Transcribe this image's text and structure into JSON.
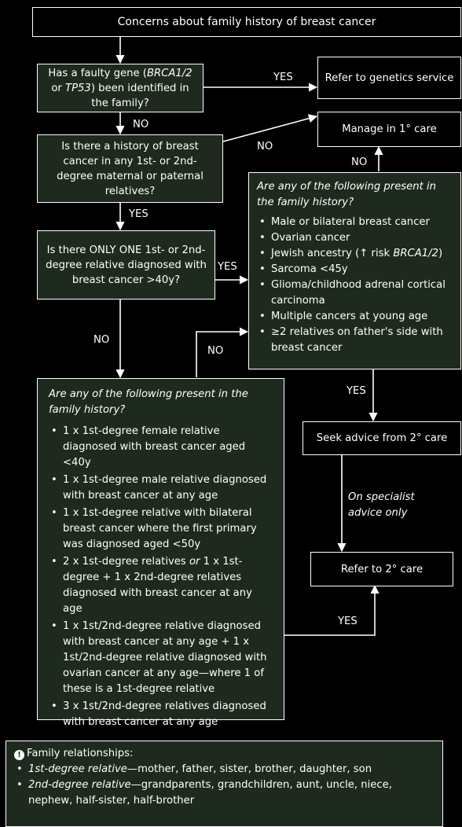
{
  "start": "Concerns about family history of breast cancer",
  "q1": {
    "pre": "Has a faulty gene (",
    "gene1": "BRCA1/2",
    "mid": " or ",
    "gene2": "TP53",
    "post": ") been identified in the family?"
  },
  "genetics": "Refer to genetics service",
  "manage": "Manage in 1° care",
  "q2": "Is there a history of breast cancer in any 1st- or 2nd-degree maternal or paternal relatives?",
  "q3": "Is there ONLY ONE 1st- or 2nd-degree relative diagnosed with breast cancer >40y?",
  "right_list": {
    "intro": "Are any of the following present in the family history?",
    "items": [
      {
        "text": "Male or bilateral breast cancer"
      },
      {
        "text": "Ovarian cancer"
      },
      {
        "text": "Jewish ancestry (",
        "arrow": "↑",
        "text2": " risk ",
        "italic": "BRCA1/2",
        "text3": ")"
      },
      {
        "text": "Sarcoma <45y"
      },
      {
        "text": "Glioma/childhood adrenal cortical carcinoma"
      },
      {
        "text": "Multiple cancers at young age"
      },
      {
        "text": "≥2 relatives on father's side with breast cancer"
      }
    ]
  },
  "left_list": {
    "intro": "Are any of the following present in the family history?",
    "items": [
      "1 x 1st-degree female relative diagnosed with breast cancer aged <40y",
      "1 x 1st-degree male relative diagnosed with breast cancer at any age",
      "1 x 1st-degree relative with bilateral breast cancer where the first primary was diagnosed aged <50y",
      {
        "a": "2 x 1st-degree relatives ",
        "or": "or",
        "b": " 1 x 1st-degree + 1 x 2nd-degree relatives diagnosed with breast cancer at any age"
      },
      "1 x 1st/2nd-degree relative diagnosed with breast cancer at any age + 1 x 1st/2nd-degree relative diagnosed with ovarian cancer at any age—where 1 of these is a 1st-degree relative",
      "3 x 1st/2nd-degree relatives diagnosed with breast cancer at any age"
    ]
  },
  "seek": "Seek advice from 2° care",
  "specialist": "On specialist advice only",
  "refer2": "Refer to 2° care",
  "labels": {
    "yes": "YES",
    "no": "NO"
  },
  "footnote": {
    "icon": "exclamation-circle-icon",
    "title": "Family relationships:",
    "items": [
      {
        "term": "1st-degree relative",
        "def": "—mother, father, sister, brother, daughter, son"
      },
      {
        "term": "2nd-degree relative",
        "def": "—grandparents, grandchildren, aunt, uncle, niece, nephew, half-sister, half-brother"
      }
    ]
  },
  "colors": {
    "box_green": "#1e2a1e",
    "background": "#000000",
    "line": "#ffffff"
  }
}
